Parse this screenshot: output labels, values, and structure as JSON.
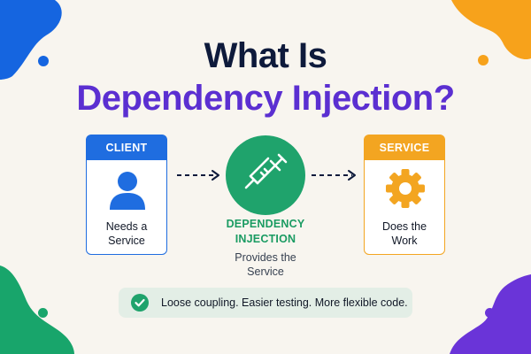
{
  "title": {
    "line1": "What Is",
    "line2": "Dependency Injection?"
  },
  "client": {
    "header": "CLIENT",
    "line1": "Needs a",
    "line2": "Service",
    "icon": "person-icon"
  },
  "injector": {
    "label_line1": "DEPENDENCY",
    "label_line2": "INJECTION",
    "sub_line1": "Provides the",
    "sub_line2": "Service",
    "icon": "syringe-icon"
  },
  "service": {
    "header": "SERVICE",
    "line1": "Does the",
    "line2": "Work",
    "icon": "gear-icon"
  },
  "banner": {
    "text": "Loose coupling. Easier testing. More flexible code.",
    "icon": "check-circle-icon"
  },
  "colors": {
    "title_dark": "#0e1a3b",
    "title_accent": "#5b2fd1",
    "client": "#1f6de0",
    "injector": "#1fa36c",
    "service": "#f3a521",
    "background": "#f8f5ef",
    "banner_bg": "#e3eee6"
  }
}
